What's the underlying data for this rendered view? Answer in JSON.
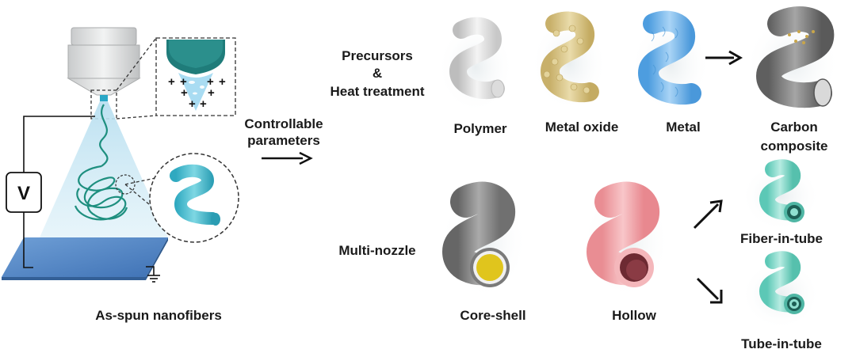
{
  "left": {
    "voltage_label": "V",
    "caption": "As-spun nanofibers"
  },
  "middle": {
    "caption_line1": "Controllable",
    "caption_line2": "parameters"
  },
  "top_row": {
    "heading_line1": "Precursors",
    "heading_line2": "&",
    "heading_line3": "Heat treatment",
    "items": [
      "Polymer",
      "Metal oxide",
      "Metal"
    ],
    "result_line1": "Carbon",
    "result_line2": "composite"
  },
  "bottom_row": {
    "heading": "Multi-nozzle",
    "items": [
      "Core-shell",
      "Hollow"
    ],
    "results": [
      "Fiber-in-tube",
      "Tube-in-tube"
    ]
  },
  "colors": {
    "substrate": "#4a7fc0",
    "teal_fiber": "#3fb9c9",
    "nozzle_teal": "#1f7c7a",
    "polymer": "#d6d6d6",
    "metal_oxide": "#d7c48a",
    "metal": "#7fbbe8",
    "carbon": "#808080",
    "core_shell_outer": "#888888",
    "core_shell_core": "#e0c51d",
    "hollow": "#f0a8ac",
    "mint_fiber": "#7fd6c6"
  }
}
